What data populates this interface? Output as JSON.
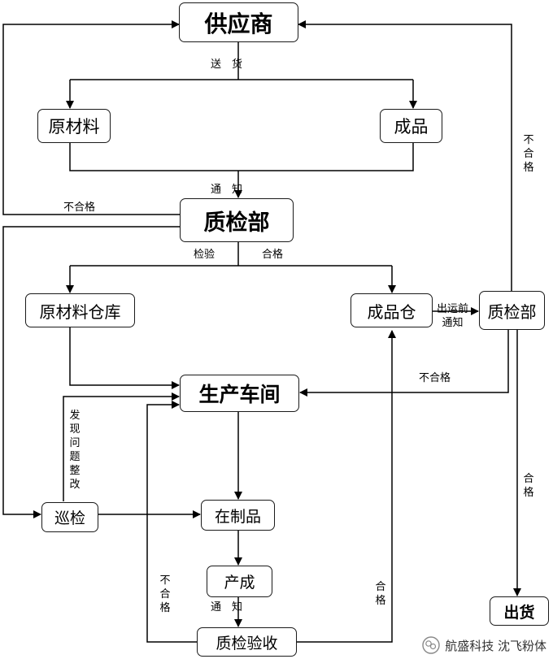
{
  "nodes": {
    "supplier": "供应商",
    "raw_material": "原材料",
    "finished_product": "成品",
    "qc_dept_main": "质检部",
    "raw_material_warehouse": "原材料仓库",
    "finished_goods_warehouse": "成品仓",
    "qc_dept_right": "质检部",
    "production_workshop": "生产车间",
    "patrol_inspection": "巡检",
    "work_in_progress": "在制品",
    "output": "产成",
    "qc_acceptance": "质检验收",
    "shipment": "出货"
  },
  "edge_labels": {
    "deliver": "送　货",
    "notify_top": "通　知",
    "unqualified_left": "不合格",
    "inspection": "检验",
    "qualified_mid": "合格",
    "shipping_notice": "出运前\n通知",
    "unqualified_right_vertical": "不合格",
    "unqualified_to_workshop": "不合格",
    "problem_found": "发现问题整改",
    "qualified_to_shipment": "合格",
    "unqualified_bottom": "不合格",
    "notify_bottom": "通　知",
    "qualified_bottom": "合格"
  },
  "watermark": "航盛科技 沈飞粉体"
}
